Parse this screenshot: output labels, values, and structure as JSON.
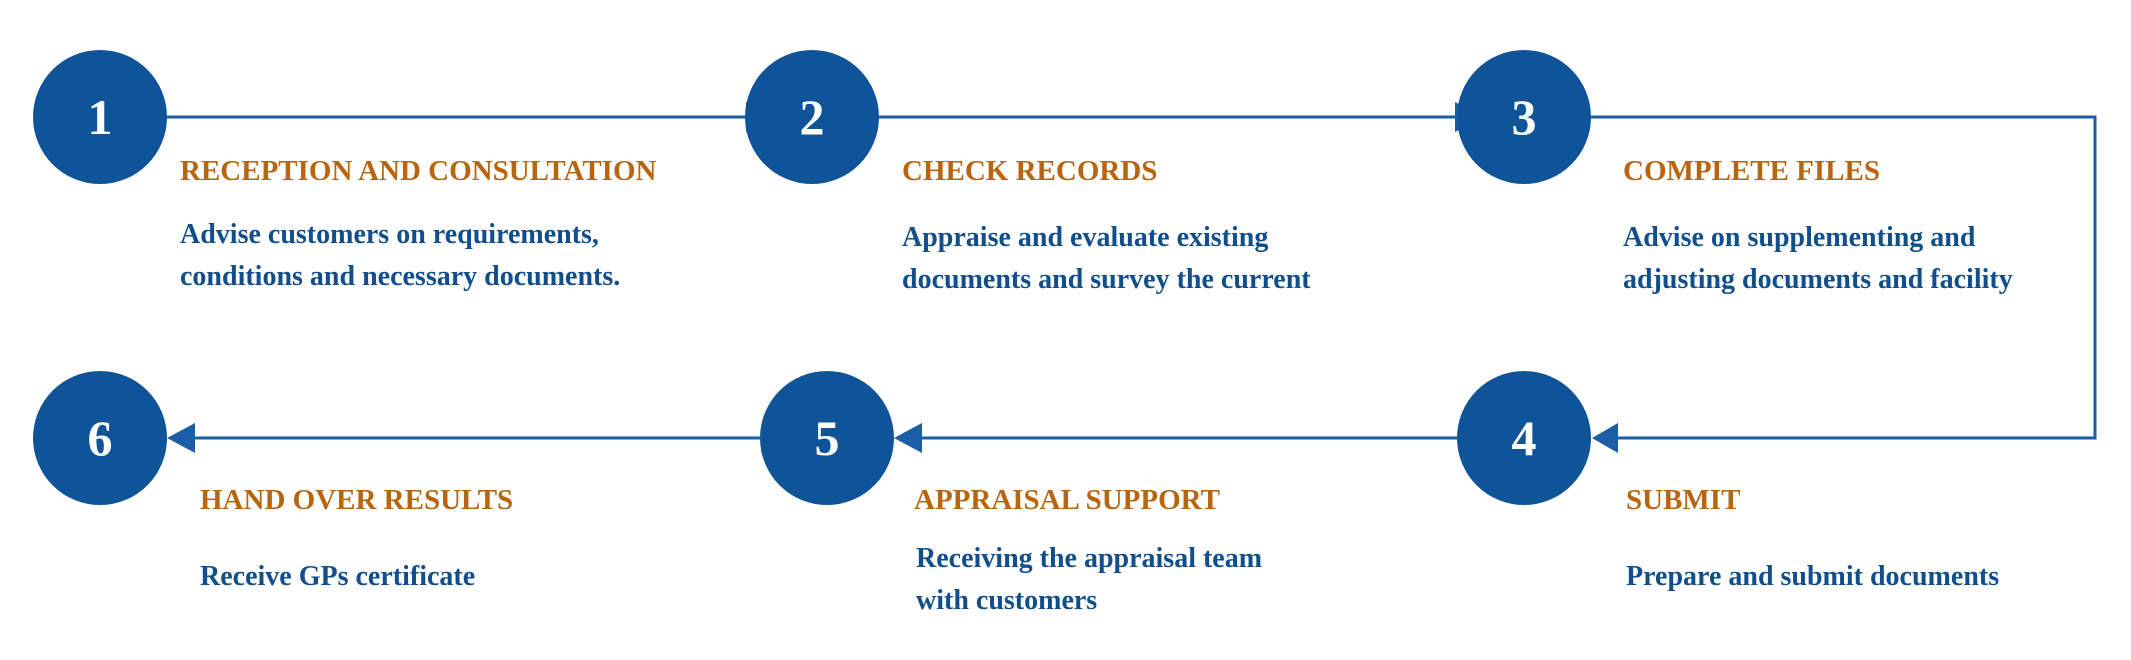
{
  "colors": {
    "circle": "#0f5499",
    "title": "#b8650f",
    "text": "#114e8c",
    "connector": "#1b5ea5"
  },
  "steps": [
    {
      "number": "1",
      "title": "RECEPTION AND CONSULTATION",
      "lines": [
        "Advise customers on requirements,",
        "conditions and necessary documents."
      ]
    },
    {
      "number": "2",
      "title": "CHECK RECORDS",
      "lines": [
        "Appraise and evaluate existing",
        "documents and survey the current"
      ]
    },
    {
      "number": "3",
      "title": "COMPLETE FILES",
      "lines": [
        "Advise on supplementing and",
        "adjusting documents and facility"
      ]
    },
    {
      "number": "4",
      "title": "SUBMIT",
      "lines": [
        "Prepare and submit documents"
      ]
    },
    {
      "number": "5",
      "title": "APPRAISAL SUPPORT",
      "lines": [
        "Receiving the appraisal team",
        "with customers"
      ]
    },
    {
      "number": "6",
      "title": "HAND OVER RESULTS",
      "lines": [
        "Receive GPs certificate"
      ]
    }
  ]
}
